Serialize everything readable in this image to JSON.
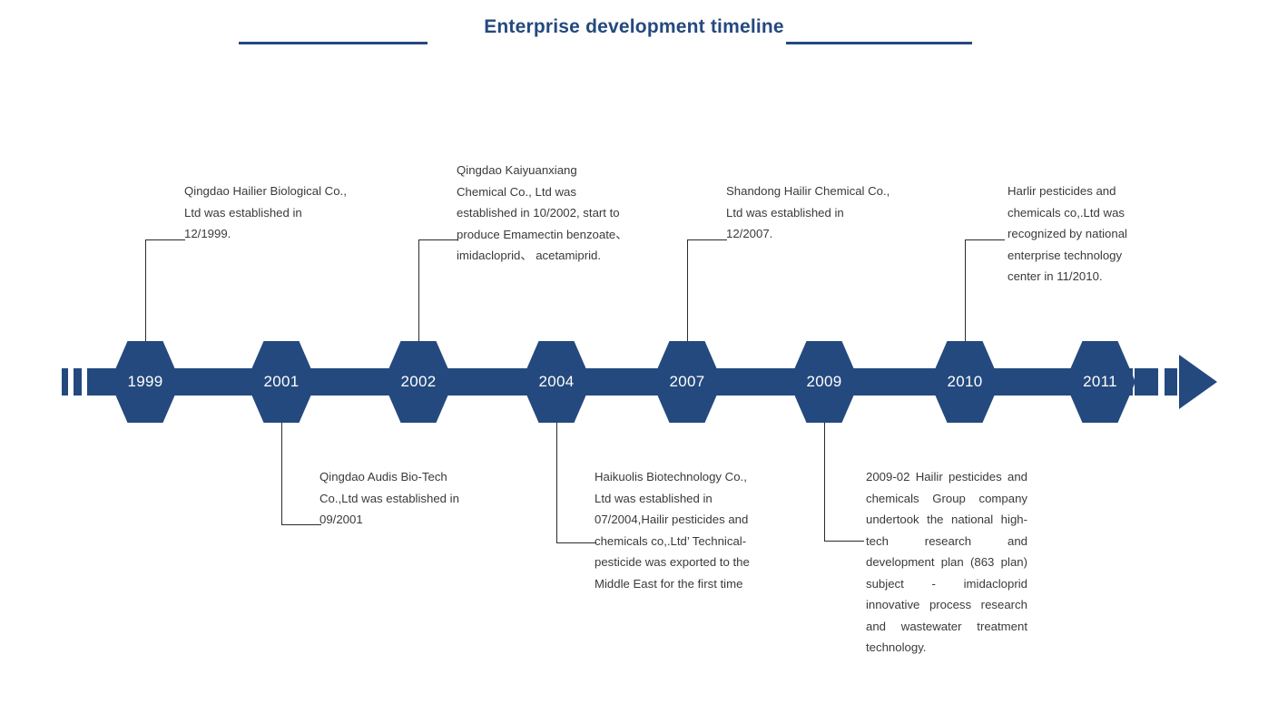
{
  "header": {
    "title": "Enterprise development timeline",
    "accent_color": "#24497e"
  },
  "timeline": {
    "axis_color": "#24497e",
    "connector_color": "#2b2b2b",
    "text_color": "#3a3a3a",
    "milestones": [
      {
        "year": "1999",
        "side": "above",
        "text": "Qingdao Hailier Biological Co., Ltd was established in 12/1999."
      },
      {
        "year": "2001",
        "side": "below",
        "text": "Qingdao Audis Bio-Tech Co.,Ltd was established in 09/2001"
      },
      {
        "year": "2002",
        "side": "above",
        "text": "Qingdao Kaiyuanxiang Chemical Co., Ltd was established in 10/2002, start to produce Emamectin benzoate、imidacloprid、 acetamiprid."
      },
      {
        "year": "2004",
        "side": "below",
        "text": "Haikuolis Biotechnology Co., Ltd was established in 07/2004,Hailir pesticides and chemicals co,.Ltd’ Technical-pesticide was exported to the Middle East for the first time"
      },
      {
        "year": "2007",
        "side": "above",
        "text": "Shandong Hailir Chemical Co., Ltd was established in 12/2007."
      },
      {
        "year": "2009",
        "side": "below",
        "text": "2009-02 Hailir pesticides and chemicals Group company undertook the national high-tech research and development plan (863 plan) subject - imidacloprid innovative process research and wastewater treatment technology."
      },
      {
        "year": "2010",
        "side": "above",
        "text": "Harlir pesticides and chemicals co,.Ltd was recognized by national enterprise technology center in 11/2010."
      },
      {
        "year": "2011",
        "side": "none",
        "text": ""
      }
    ]
  }
}
